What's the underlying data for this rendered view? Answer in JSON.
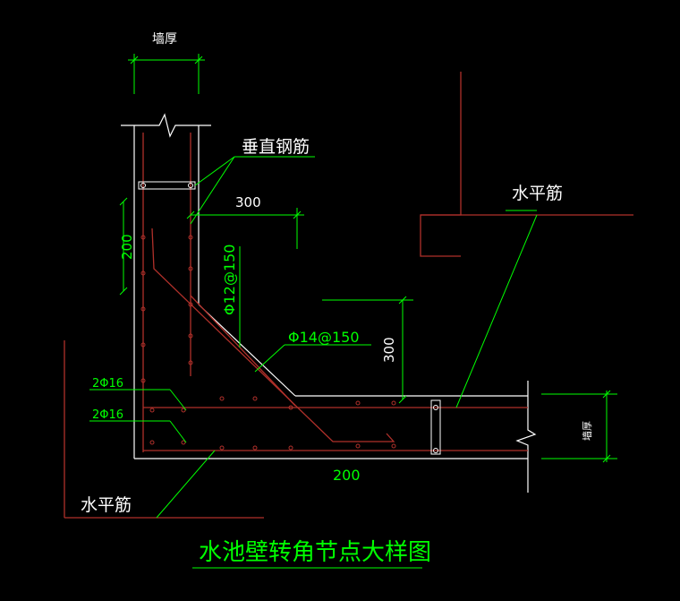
{
  "colors": {
    "background": "#000000",
    "white": "#ffffff",
    "green": "#00ff00",
    "rebar": "#b0302a",
    "leader": "#00ff00",
    "dim": "#00ff00"
  },
  "labels": {
    "wall_thickness_top": "墙厚",
    "vertical_bar": "垂直钢筋",
    "horizontal_bar_right": "水平筋",
    "horizontal_bar_left": "水平筋",
    "dim_300_top": "300",
    "dim_300_right": "300",
    "dim_200_left": "200",
    "dim_200_bottom": "200",
    "bar_spec_vertical": "Φ12@150",
    "bar_spec_diagonal": "Φ14@150",
    "bars_2phi16_a": "2Φ16",
    "bars_2phi16_b": "2Φ16",
    "wall_thickness_right": "墙厚",
    "title": "水池壁转角节点大样图"
  }
}
